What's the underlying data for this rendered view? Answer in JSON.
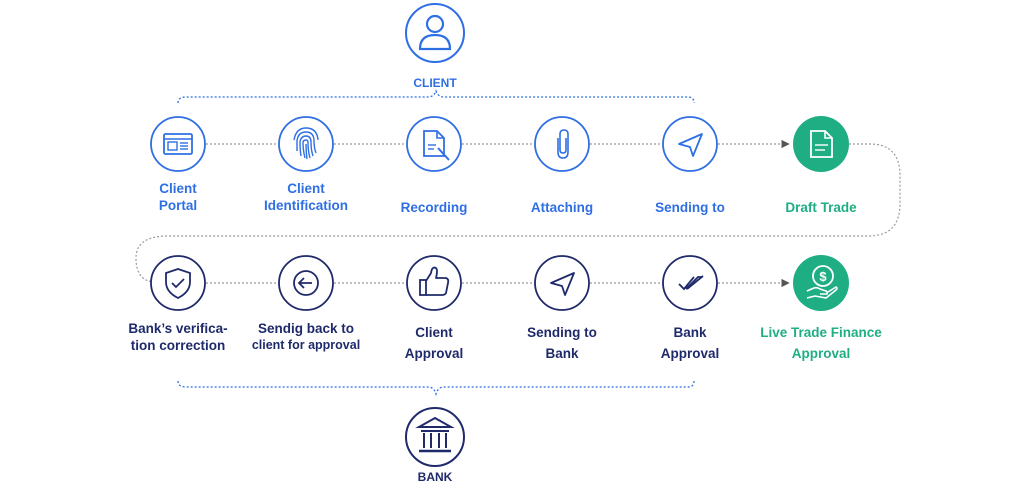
{
  "client": {
    "label": "CLIENT",
    "icon": "user-icon"
  },
  "bank": {
    "label": "BANK",
    "icon": "bank-icon"
  },
  "colors": {
    "client_blue": "#2f6fe4",
    "bank_navy": "#1f2a6b",
    "accent_green": "#1fae84",
    "connector_gray": "#9a9a9a"
  },
  "top_steps": [
    {
      "line1": "Client",
      "line2": "Portal",
      "icon": "browser-window-icon"
    },
    {
      "line1": "Client",
      "line2": "Identification",
      "icon": "fingerprint-icon"
    },
    {
      "line1": "Recording",
      "line2": "",
      "icon": "document-edit-icon"
    },
    {
      "line1": "Attaching",
      "line2": "",
      "icon": "paperclip-icon"
    },
    {
      "line1": "Sending to",
      "line2": "",
      "icon": "send-icon"
    },
    {
      "line1": "Draft Trade",
      "line2": "",
      "icon": "document-icon"
    }
  ],
  "bottom_steps": [
    {
      "line1": "Bank’s verifica-",
      "line2": "tion correction",
      "icon": "shield-check-icon"
    },
    {
      "line1": "Sendig back to",
      "line2": "client for approval",
      "icon": "arrow-left-circle-icon"
    },
    {
      "line1": "Client",
      "line2": "Approval",
      "icon": "thumbs-up-icon"
    },
    {
      "line1": "Sending to",
      "line2": "Bank",
      "icon": "send-icon"
    },
    {
      "line1": "Bank",
      "line2": "Approval",
      "icon": "double-check-icon"
    },
    {
      "line1": "Live Trade Finance",
      "line2": "Approval",
      "icon": "dollar-hand-icon"
    }
  ]
}
